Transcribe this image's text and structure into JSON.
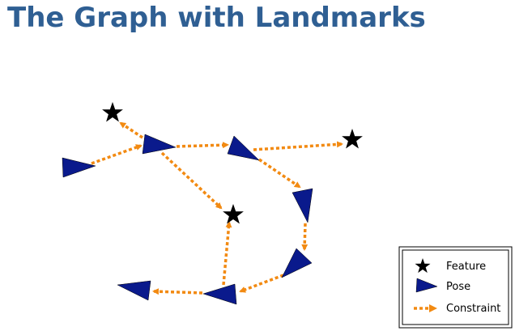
{
  "title": "The Graph with Landmarks",
  "colors": {
    "title": "#2f5f93",
    "pose_fill": "#0a1a8c",
    "constraint": "#f28a12",
    "feature": "#000000"
  },
  "legend": {
    "feature_label": "Feature",
    "pose_label": "Pose",
    "constraint_label": "Constraint"
  },
  "graph": {
    "poses": [
      "pose-1",
      "pose-2",
      "pose-3",
      "pose-4",
      "pose-5",
      "pose-6",
      "pose-7"
    ],
    "features": [
      "feature-1",
      "feature-2",
      "feature-3"
    ],
    "constraints": [
      [
        "pose-1",
        "pose-2"
      ],
      [
        "pose-2",
        "feature-1"
      ],
      [
        "pose-2",
        "pose-3"
      ],
      [
        "pose-2",
        "feature-2"
      ],
      [
        "pose-3",
        "feature-3"
      ],
      [
        "pose-3",
        "pose-4"
      ],
      [
        "pose-4",
        "pose-5"
      ],
      [
        "pose-5",
        "pose-6"
      ],
      [
        "pose-6",
        "feature-2"
      ],
      [
        "pose-6",
        "pose-7"
      ]
    ]
  }
}
